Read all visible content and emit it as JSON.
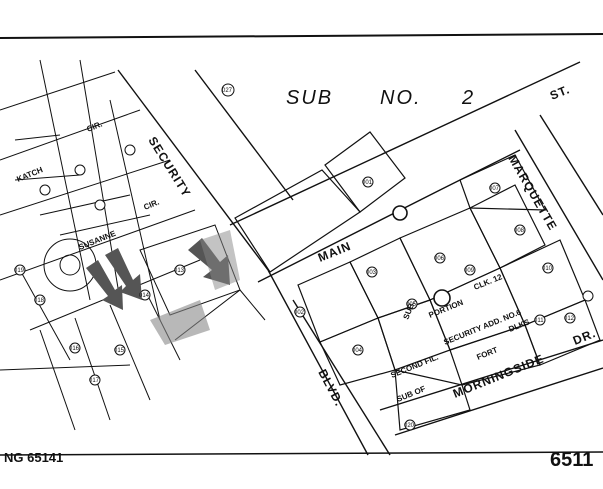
{
  "title": {
    "sub": "SUB",
    "no": "NO.",
    "num": "2"
  },
  "streets": {
    "st": "ST.",
    "security": "SECURITY",
    "main": "MAIN",
    "blvd": "BLVD.",
    "marquette": "MARQUETTE",
    "morningside": "MORNINGSIDE",
    "dr": "DR.",
    "katch": "KATCH",
    "cir": "CIR.",
    "susanne": "SUSANNE",
    "cir2": "CIR."
  },
  "labels": {
    "sub": "SUB.",
    "portion": "PORTION",
    "clk": "CLK. 12",
    "second_fil": "SECOND FIL.",
    "security_add": "SECURITY ADD. NO.6",
    "fort": "FORT",
    "dlks": "DLKS",
    "sub_of": "SUB OF"
  },
  "parcels": [
    "027",
    "001",
    "002",
    "003",
    "004",
    "005",
    "006",
    "007",
    "008",
    "009",
    "010",
    "011",
    "012",
    "013",
    "014",
    "015",
    "016",
    "017",
    "018",
    "019",
    "020"
  ],
  "footer": {
    "left": "NG 65141",
    "right": "6511"
  },
  "colors": {
    "ink": "#111111",
    "arrow": "#555555",
    "paper": "#ffffff"
  }
}
